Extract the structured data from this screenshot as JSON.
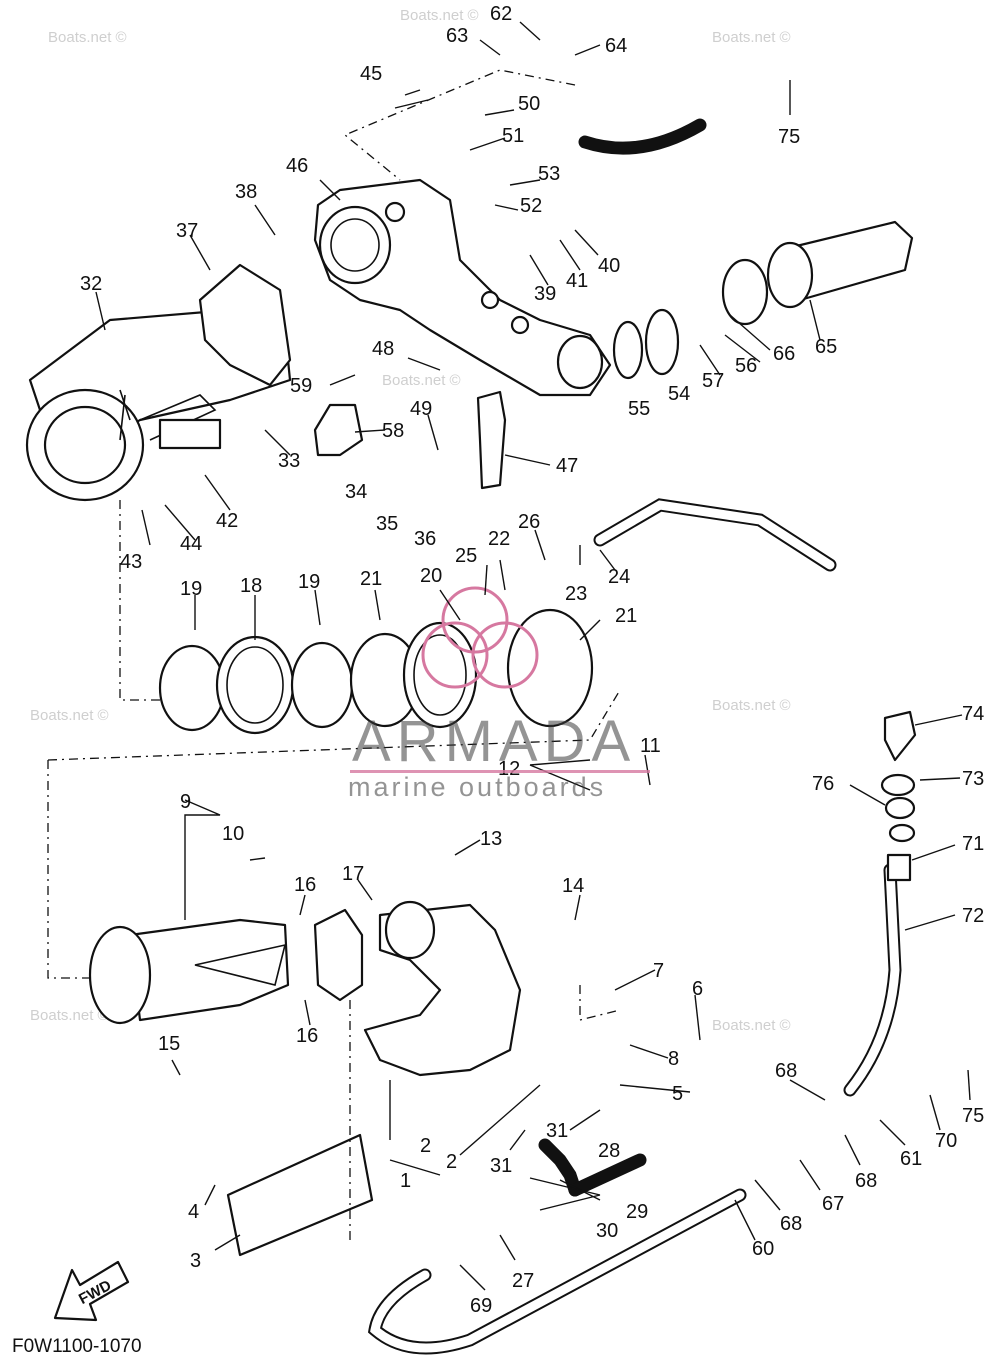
{
  "diagram": {
    "code": "F0W1100-1070",
    "direction_label": "FWD",
    "brand": {
      "name": "ARMADA",
      "tagline": "marine outboards",
      "accent_color": "#d678a0"
    },
    "watermark_text": "Boats.net ©",
    "callouts": [
      "1",
      "2",
      "3",
      "4",
      "5",
      "6",
      "7",
      "8",
      "9",
      "10",
      "11",
      "12",
      "13",
      "14",
      "15",
      "16",
      "17",
      "19",
      "18",
      "20",
      "21",
      "22",
      "23",
      "24",
      "25",
      "26",
      "27",
      "28",
      "29",
      "30",
      "31",
      "32",
      "33",
      "34",
      "35",
      "36",
      "37",
      "38",
      "39",
      "40",
      "41",
      "42",
      "43",
      "44",
      "45",
      "46",
      "47",
      "48",
      "49",
      "50",
      "51",
      "52",
      "53",
      "54",
      "55",
      "56",
      "57",
      "58",
      "59",
      "60",
      "61",
      "62",
      "63",
      "64",
      "65",
      "66",
      "67",
      "68",
      "69",
      "70",
      "71",
      "72",
      "73",
      "74",
      "75",
      "76"
    ]
  }
}
